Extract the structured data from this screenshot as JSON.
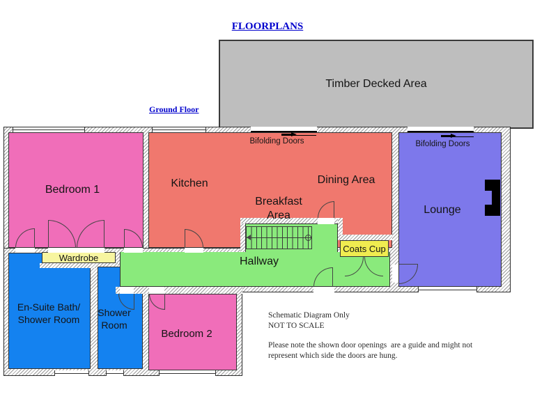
{
  "page": {
    "title": "FLOORPLANS",
    "floor_label": "Ground Floor"
  },
  "rooms": {
    "timber_deck": "Timber Decked Area",
    "bedroom1": "Bedroom 1",
    "kitchen": "Kitchen",
    "dining": "Dining Area",
    "breakfast": "Breakfast\nArea",
    "lounge": "Lounge",
    "hallway": "Hallway",
    "wardrobe": "Wardrobe",
    "coats_cup": "Coats Cup",
    "ensuite": "En-Suite Bath/\nShower Room",
    "shower": "Shower\nRoom",
    "bedroom2": "Bedroom 2",
    "bifolding_doors_1": "Bifolding Doors",
    "bifolding_doors_2": "Bifolding Doors"
  },
  "notes": {
    "block1": "Schematic Diagram Only\nNOT TO SCALE",
    "block2": "Please note the shown door openings  are a guide and might not\nrepresent which side the doors are hung."
  },
  "colors": {
    "accent_link": "#0000CD",
    "bedroom_pink": "#F06EB9",
    "kitchen_salmon": "#F0786E",
    "lounge_purple": "#7D78EB",
    "hallway_green": "#8AEA7C",
    "bathroom_blue": "#1482F0",
    "wardrobe_yellow": "#F7F5A0",
    "coats_yellow": "#F0EC50",
    "deck_gray": "#BEBEBE"
  }
}
